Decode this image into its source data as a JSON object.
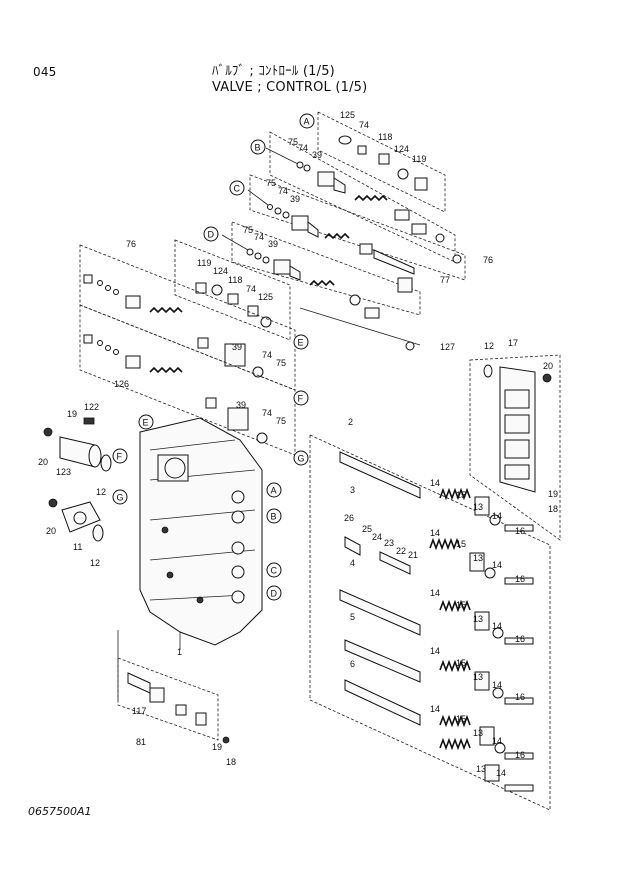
{
  "page_code": "045",
  "title_jp": "ﾊﾞﾙﾌﾞ ; ｺﾝﾄﾛｰﾙ (1/5)",
  "title_en": "VALVE ; CONTROL (1/5)",
  "drawing_number": "0657500A1",
  "callouts": [
    "A",
    "B",
    "C",
    "D",
    "E",
    "F",
    "G"
  ],
  "part_numbers": [
    "1",
    "2",
    "3",
    "4",
    "5",
    "6",
    "11",
    "12",
    "13",
    "14",
    "15",
    "16",
    "17",
    "18",
    "19",
    "20",
    "21",
    "22",
    "23",
    "24",
    "25",
    "26",
    "39",
    "74",
    "75",
    "76",
    "77",
    "81",
    "117",
    "118",
    "119",
    "122",
    "123",
    "124",
    "125",
    "126",
    "127"
  ]
}
